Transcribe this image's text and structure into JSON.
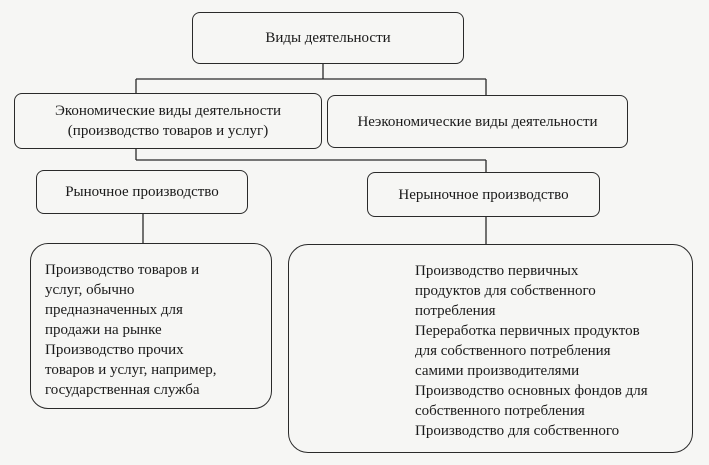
{
  "diagram": {
    "root": {
      "label": "Виды деятельности"
    },
    "economic": {
      "lines": [
        "Экономические виды деятельности",
        "(производство товаров и услуг)"
      ]
    },
    "non_economic": {
      "label": "Неэкономические виды деятельности"
    },
    "market": {
      "label": "Рыночное производство"
    },
    "non_market": {
      "label": "Нерыночное производство"
    },
    "market_details": {
      "lines": [
        "Производство товаров и",
        "услуг, обычно",
        "предназначенных для",
        "продажи на рынке",
        "Производство прочих",
        "товаров и услуг, например,",
        "государственная служба"
      ]
    },
    "non_market_details": {
      "lines": [
        "Производство первичных",
        "продуктов для собственного",
        "потребления",
        "Переработка первичных продуктов",
        "для собственного потребления",
        "самими производителями",
        "Производство основных фондов для",
        "собственного потребления",
        "Производство для собственного"
      ]
    }
  }
}
